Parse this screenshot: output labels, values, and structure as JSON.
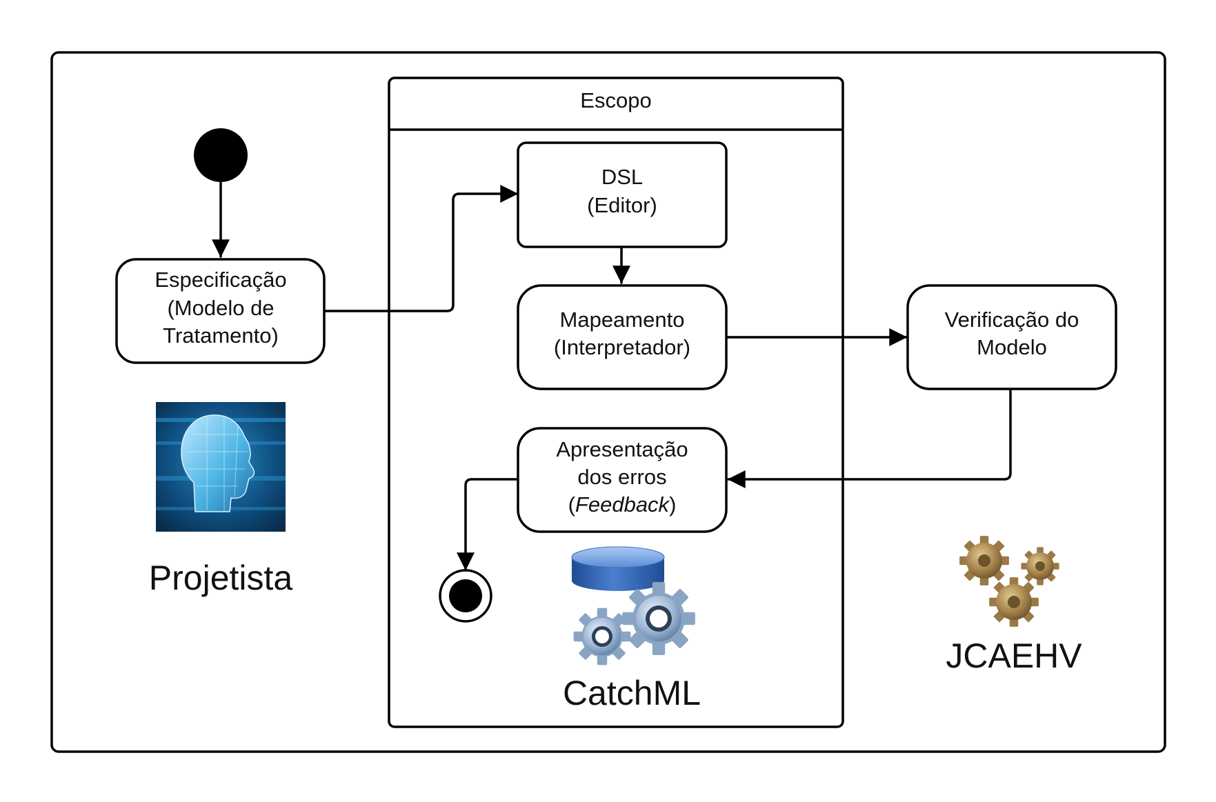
{
  "diagram": {
    "type": "uml-activity",
    "scope_title": "Escopo",
    "nodes": {
      "especificacao": {
        "lines": [
          "Especificação",
          "(Modelo de",
          "Tratamento)"
        ]
      },
      "dsl": {
        "lines": [
          "DSL",
          "(Editor)"
        ]
      },
      "mapeamento": {
        "lines": [
          "Mapeamento",
          "(Interpretador)"
        ]
      },
      "verificacao": {
        "lines": [
          "Verificação do",
          "Modelo"
        ]
      },
      "apresentacao": {
        "line1": "Apresentação",
        "line2": "dos erros",
        "line3_italic": "Feedback",
        "line3_open": "(",
        "line3_close": ")"
      }
    },
    "actors": {
      "projetista": {
        "label": "Projetista",
        "icon": "human-head-icon"
      },
      "catchml": {
        "label": "CatchML",
        "icon": "database-gears-icon"
      },
      "jcaehv": {
        "label": "JCAEHV",
        "icon": "bronze-gears-icon"
      }
    },
    "edges": [
      {
        "from": "initial",
        "to": "especificacao"
      },
      {
        "from": "especificacao",
        "to": "dsl"
      },
      {
        "from": "dsl",
        "to": "mapeamento"
      },
      {
        "from": "mapeamento",
        "to": "verificacao"
      },
      {
        "from": "verificacao",
        "to": "apresentacao"
      },
      {
        "from": "apresentacao",
        "to": "final"
      }
    ],
    "colors": {
      "stroke": "#000000",
      "head_glow": "#4fb6e6",
      "head_background": "#0d3f66",
      "db_top": "#5d8ed6",
      "db_body": "#2d5fae",
      "gear_silver": "#9fb7d3",
      "gear_bronze": "#a5834c"
    }
  }
}
